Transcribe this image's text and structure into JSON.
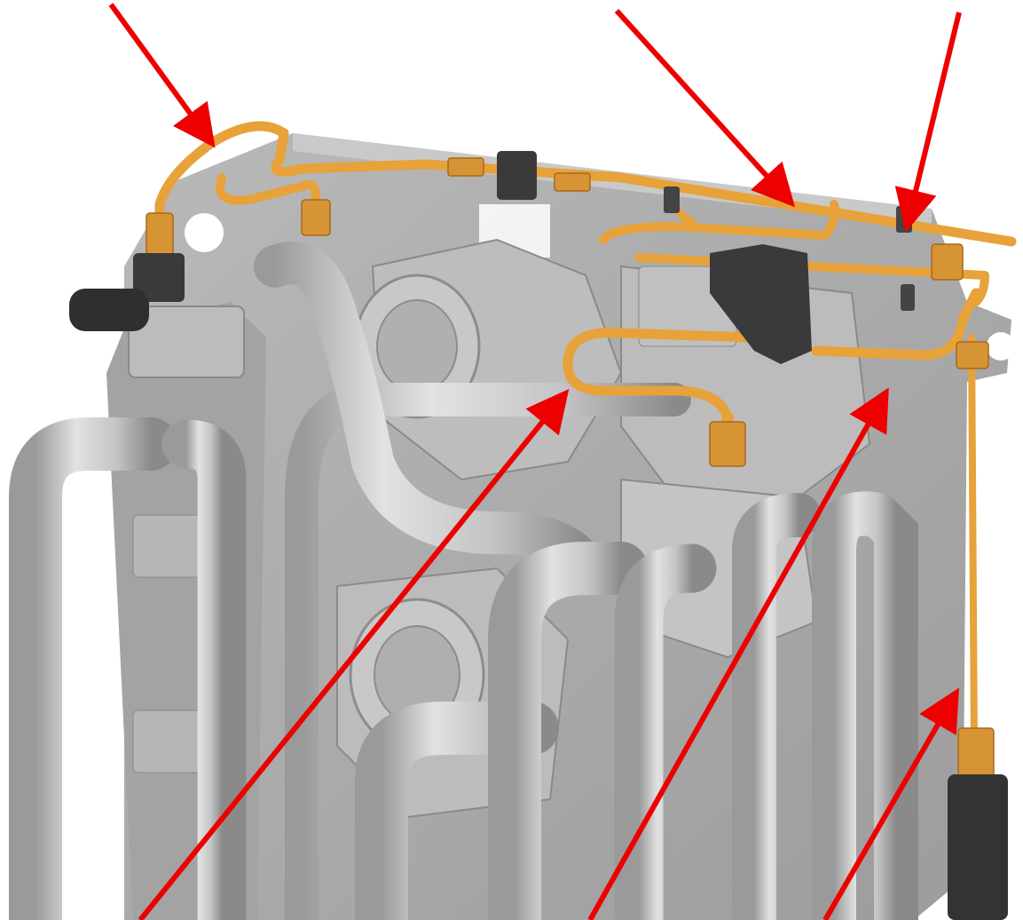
{
  "colors": {
    "background": "#ffffff",
    "panel": "#a9a9a9",
    "panel_dark": "#8c8c8c",
    "metal_light": "#d2d2d2",
    "metal_mid": "#b4b4b4",
    "metal_dark": "#7c7c7c",
    "hose_orange": "#e7a23a",
    "hose_orange_dark": "#b7761e",
    "black_part": "#3a3a3a",
    "arrow_red": "#ee0000"
  },
  "arrows": [
    {
      "id": "arrow-top-left",
      "direction": "down-right"
    },
    {
      "id": "arrow-top-center",
      "direction": "down-right"
    },
    {
      "id": "arrow-top-right",
      "direction": "down-left"
    },
    {
      "id": "arrow-bottom-left",
      "direction": "up-right"
    },
    {
      "id": "arrow-bottom-center",
      "direction": "up-right"
    },
    {
      "id": "arrow-bottom-right",
      "direction": "up-right"
    }
  ]
}
